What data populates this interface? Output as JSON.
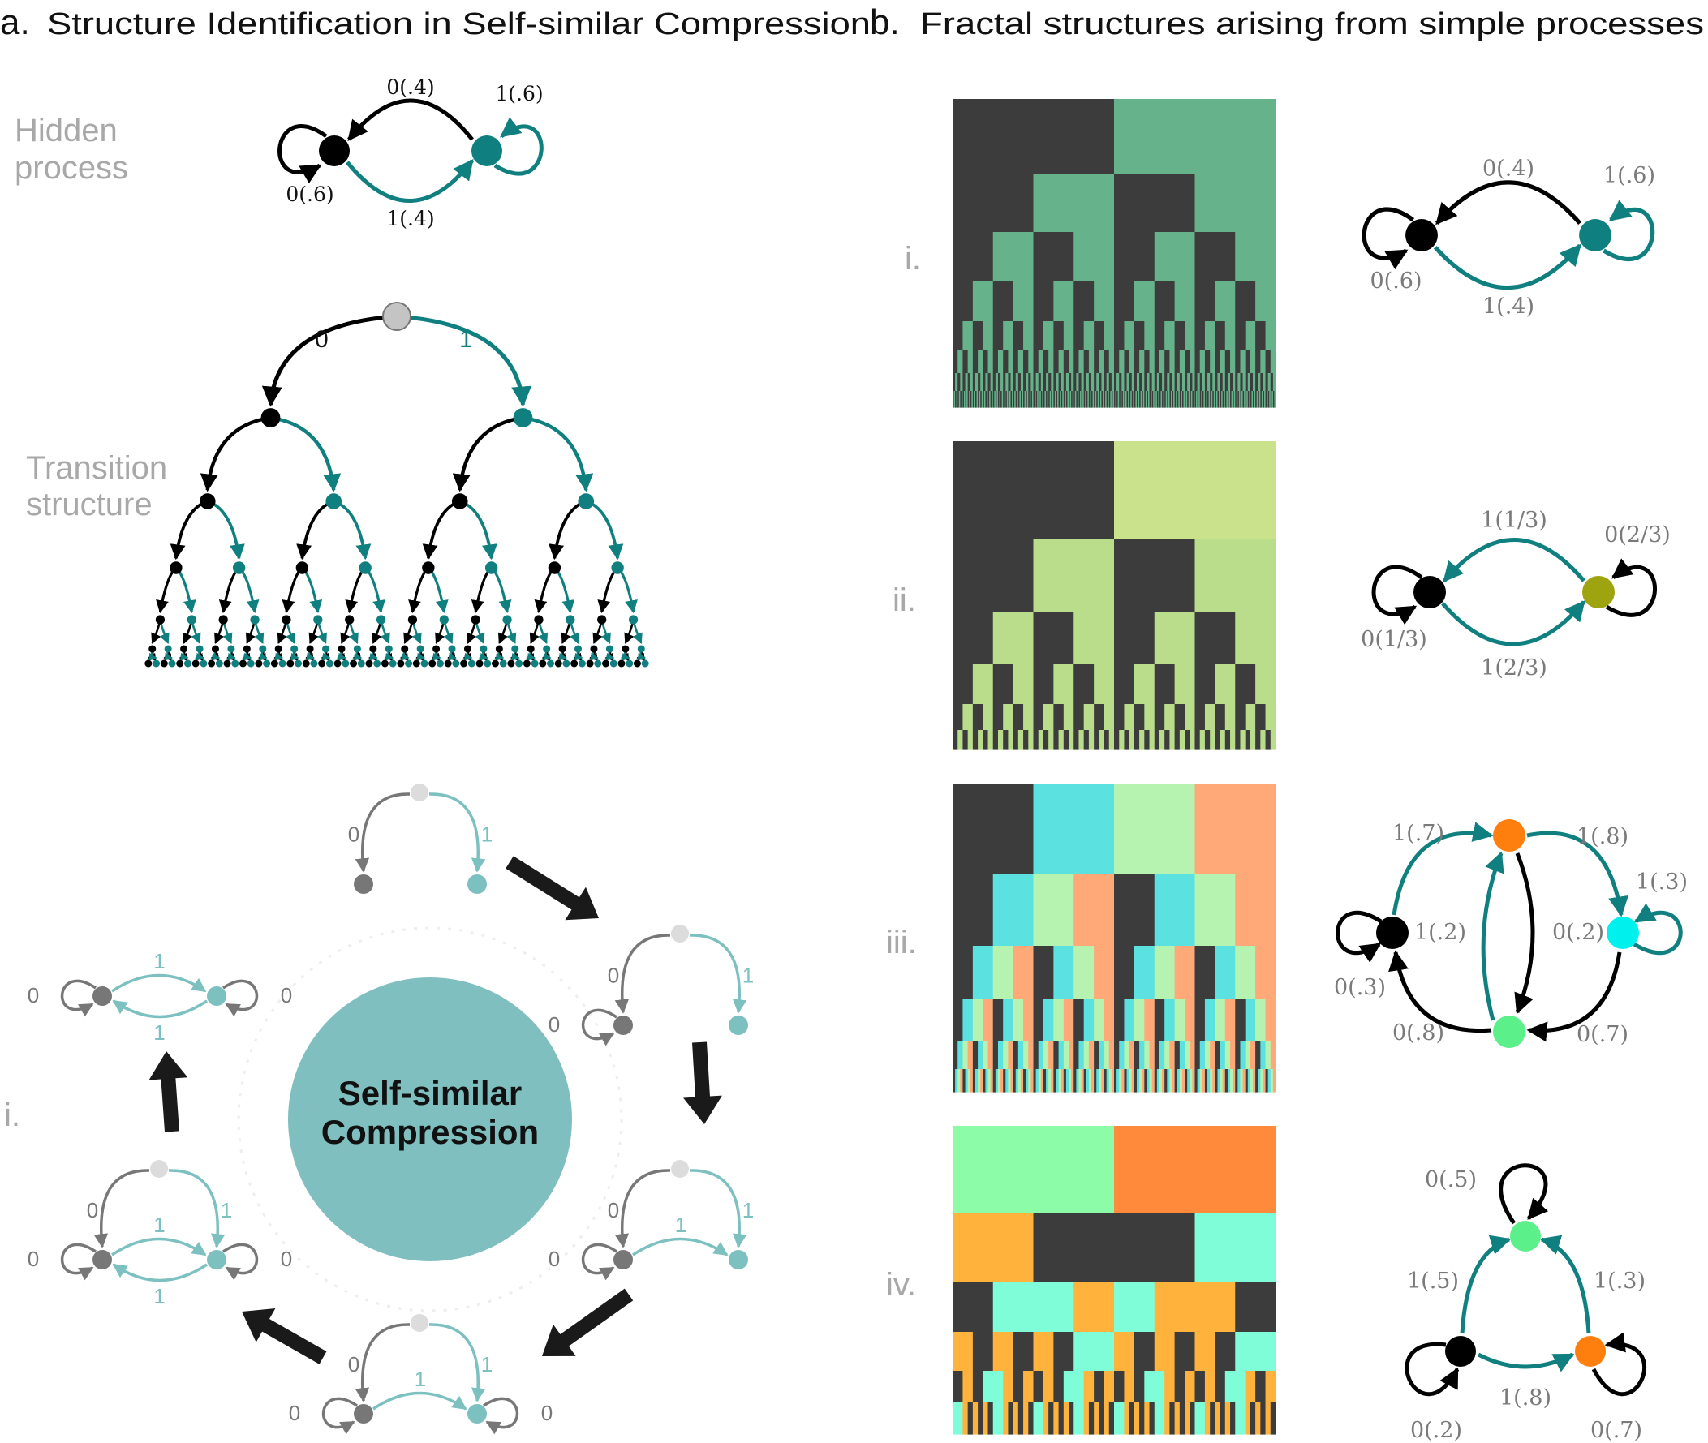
{
  "panel_a": {
    "letter": "a.",
    "title": "Structure Identification in Self-similar Compression",
    "hidden_label_line1": "Hidden",
    "hidden_label_line2": "process",
    "transition_label_line1": "Transition",
    "transition_label_line2": "structure",
    "side_label": "i.",
    "hmm": {
      "edge_top": "0(.4)",
      "edge_self_right": "1(.6)",
      "edge_self_left": "0(.6)",
      "edge_bottom": "1(.4)"
    },
    "tree": {
      "left_label": "0",
      "right_label": "1",
      "depth": 6
    },
    "cycle": {
      "labels": {
        "zero": "0",
        "one": "1"
      },
      "center_line1": "Self-similar",
      "center_line2": "Compression"
    }
  },
  "panel_b": {
    "letter": "b.",
    "title": "Fractal structures arising from simple processes",
    "rows": [
      {
        "numeral": "i.",
        "edges": {
          "top": "0(.4)",
          "self_right": "1(.6)",
          "self_left": "0(.6)",
          "bottom": "1(.4)"
        }
      },
      {
        "numeral": "ii.",
        "edges": {
          "top": "1(1/3)",
          "self_right": "0(2/3)",
          "self_left": "0(1/3)",
          "bottom": "1(2/3)"
        }
      },
      {
        "numeral": "iii.",
        "edges": {
          "left_up": "1(.7)",
          "right_up": "1(.8)",
          "self_right": "1(.3)",
          "left_inner": "1(.2)",
          "right_inner": "0(.2)",
          "self_left": "0(.3)",
          "left_down": "0(.8)",
          "right_down": "0(.7)"
        }
      },
      {
        "numeral": "iv.",
        "edges": {
          "top_self": "0(.5)",
          "left": "1(.5)",
          "right": "1(.3)",
          "bottom": "1(.8)",
          "self_left": "0(.2)",
          "self_right": "0(.7)"
        }
      }
    ]
  },
  "colors": {
    "teal": "#0f7f7f",
    "black": "#000000",
    "olive": "#9ea410",
    "orange": "#ff7f0e",
    "cyan": "#00f0ee",
    "mint": "#5cf08a",
    "gray_node": "#777777",
    "light_teal": "#7cc0c0",
    "center_circle": "#7fbfbf",
    "fractal_dark": "#3c3c3c",
    "fractal_green_i": "#66b28a",
    "fractal_green_ii_top": "#c9e28b",
    "fractal_green_ii": "#b9dd8a",
    "fractal_cyan": "#5ce1e1",
    "fractal_lightgreen": "#b6f2b0",
    "fractal_salmon": "#ffa878",
    "fractal_mint": "#8dfca8",
    "fractal_orange": "#ff8a3c",
    "fractal_amber": "#ffb33c",
    "fractal_aqua": "#7ffcd8"
  }
}
